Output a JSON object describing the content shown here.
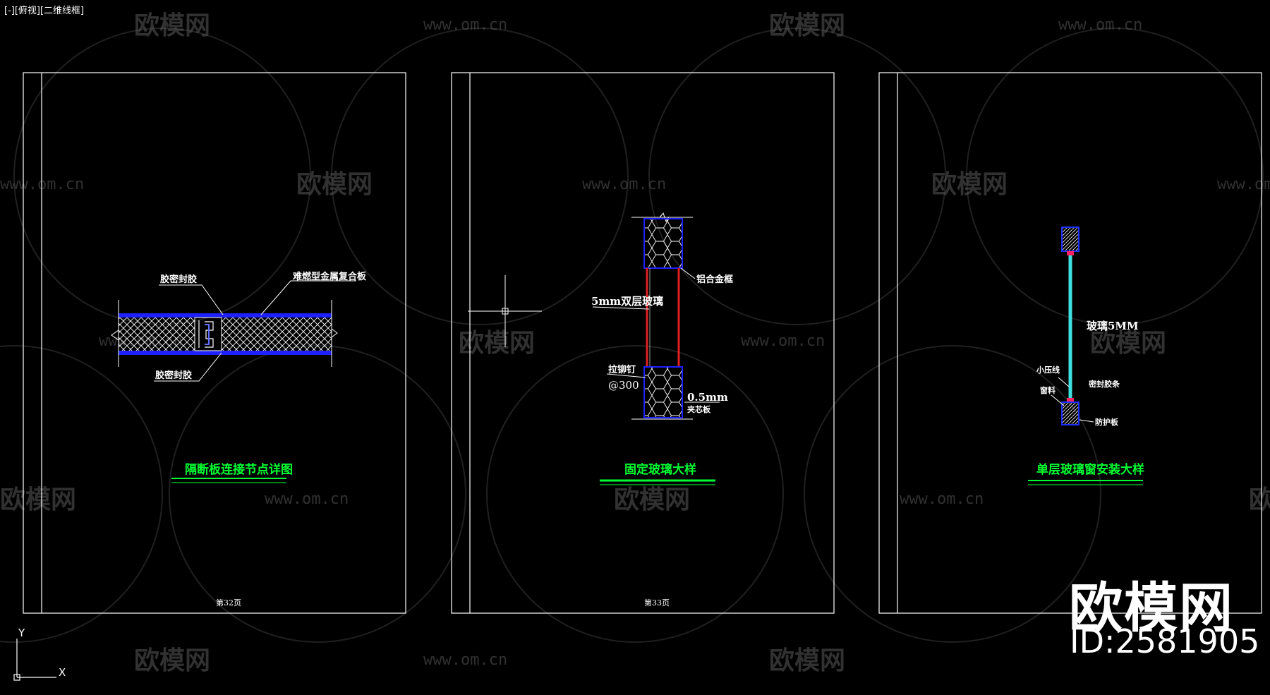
{
  "viewport": {
    "label": "[-][俯视][二维线框]"
  },
  "watermark": {
    "brand_cn": "欧模网",
    "url": "www.om.cn"
  },
  "sheets": [
    {
      "title": "隔断板连接节点详图",
      "page": "第32页",
      "labels": {
        "top_left": "胶密封胶",
        "top_right": "难燃型金属复合板",
        "bottom": "胶密封胶"
      }
    },
    {
      "title": "固定玻璃大样",
      "page": "第33页",
      "labels": {
        "frame": "铝合金框",
        "glass": "5mm双层玻璃",
        "nail": "拉铆钉",
        "nail_spacing": "@300",
        "thickness": "0.5mm",
        "panel": "夹芯板"
      }
    },
    {
      "title": "单层玻璃窗安装大样",
      "page": "",
      "labels": {
        "glass": "玻璃5MM",
        "bead": "小压线",
        "frame": "窗料",
        "strip": "密封胶条",
        "plate": "防护板"
      }
    }
  ],
  "ucs": {
    "x": "X",
    "y": "Y"
  },
  "brand": {
    "name": "欧模网",
    "id": "ID:2581905"
  },
  "colors": {
    "background": "#000000",
    "line": "#ffffff",
    "fill_blue": "#1e20ff",
    "title_green": "#00ff33",
    "glass_red": "#e02020",
    "glass_cyan": "#40e0e0"
  }
}
